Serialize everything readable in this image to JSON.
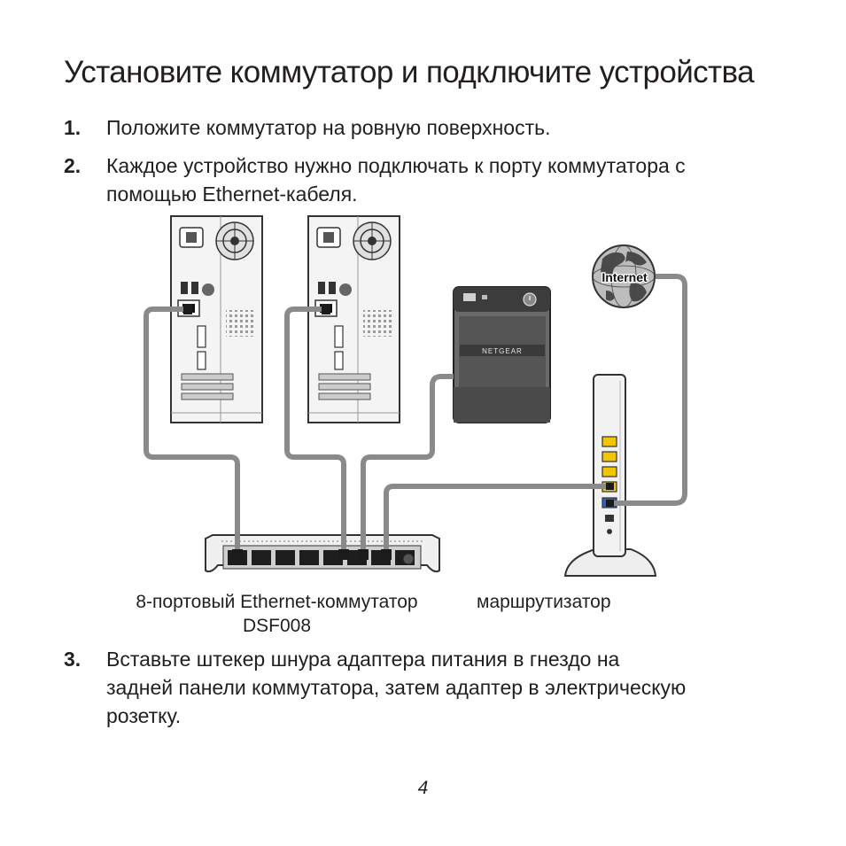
{
  "title": "Установите коммутатор и подключите устройства",
  "steps": [
    {
      "number": "1.",
      "lines": [
        "Положите коммутатор на ровную поверхность."
      ]
    },
    {
      "number": "2.",
      "lines": [
        "Каждое устройство нужно подключать к порту коммутатора с",
        "помощью Ethernet-кабеля."
      ]
    },
    {
      "number": "3.",
      "lines": [
        "Вставьте штекер шнура адаптера питания в гнездо на",
        "задней панели коммутатора, затем адаптер в электрическую",
        "розетку."
      ]
    }
  ],
  "captions": {
    "switch_line1": "8-портовый Ethernet-коммутатор",
    "switch_line2": "DSF008",
    "router": "маршрутизатор"
  },
  "diagram": {
    "globe_text": "Internet",
    "nas_brand": "NETGEAR"
  },
  "page_number": "4",
  "colors": {
    "text": "#231f20",
    "cable": "#8a8a8a",
    "router_port_lan": "#f2c500",
    "router_port_wan": "#2a63c6"
  }
}
